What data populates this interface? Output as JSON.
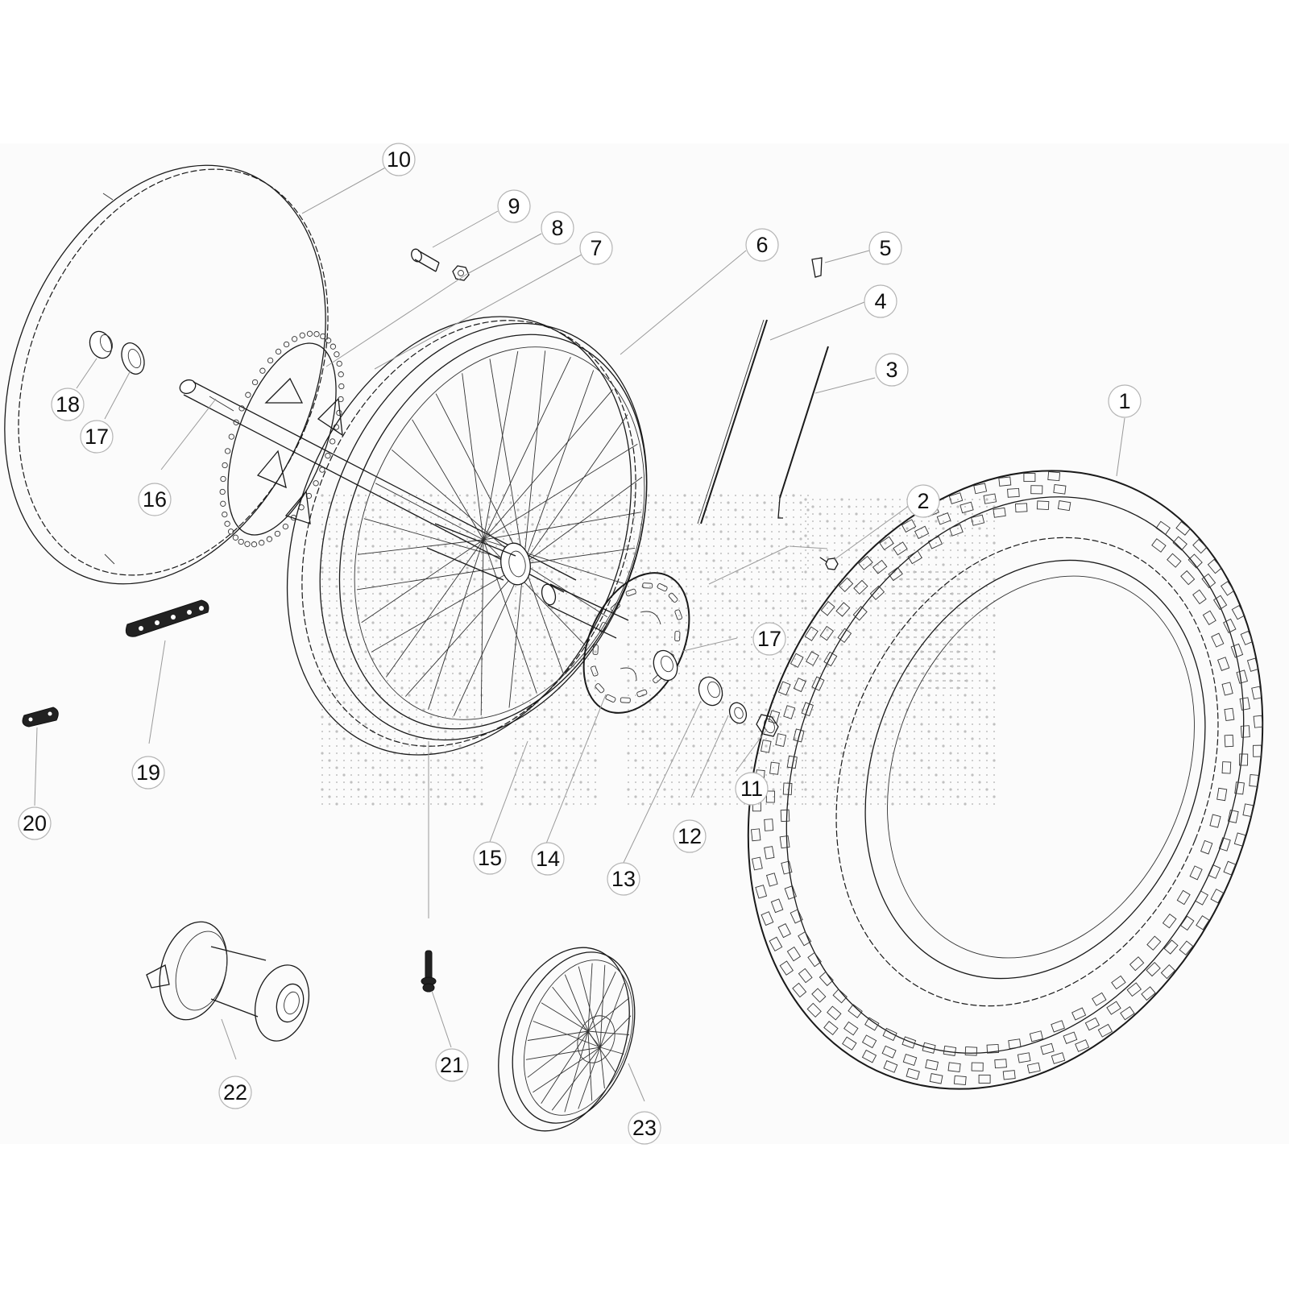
{
  "diagram": {
    "type": "exploded-parts-view",
    "subject": "rear-wheel-assembly",
    "callouts": [
      {
        "id": "c1",
        "label": "1",
        "part": "tire"
      },
      {
        "id": "c2",
        "label": "2",
        "part": "disc-bolt"
      },
      {
        "id": "c3",
        "label": "3",
        "part": "spoke-inner"
      },
      {
        "id": "c4",
        "label": "4",
        "part": "spoke-outer"
      },
      {
        "id": "c5",
        "label": "5",
        "part": "spoke-nipple"
      },
      {
        "id": "c6",
        "label": "6",
        "part": "rim"
      },
      {
        "id": "c7",
        "label": "7",
        "part": "sprocket"
      },
      {
        "id": "c8",
        "label": "8",
        "part": "sprocket-nut"
      },
      {
        "id": "c9",
        "label": "9",
        "part": "sprocket-bolt"
      },
      {
        "id": "c10",
        "label": "10",
        "part": "rim-tape"
      },
      {
        "id": "c11",
        "label": "11",
        "part": "axle-nut"
      },
      {
        "id": "c12",
        "label": "12",
        "part": "washer"
      },
      {
        "id": "c13",
        "label": "13",
        "part": "spacer"
      },
      {
        "id": "c14",
        "label": "14",
        "part": "brake-disc"
      },
      {
        "id": "c15",
        "label": "15",
        "part": "hub-spacer"
      },
      {
        "id": "c16",
        "label": "16",
        "part": "axle"
      },
      {
        "id": "c17a",
        "label": "17",
        "part": "bearing-left"
      },
      {
        "id": "c17b",
        "label": "17",
        "part": "bearing-right"
      },
      {
        "id": "c18",
        "label": "18",
        "part": "bushing"
      },
      {
        "id": "c19",
        "label": "19",
        "part": "chain"
      },
      {
        "id": "c20",
        "label": "20",
        "part": "chain-master-link"
      },
      {
        "id": "c21",
        "label": "21",
        "part": "valve"
      },
      {
        "id": "c22",
        "label": "22",
        "part": "hub"
      },
      {
        "id": "c23",
        "label": "23",
        "part": "complete-wheel"
      }
    ],
    "colors": {
      "line": "#1a1a1a",
      "leader": "#9a9a9a",
      "callout_border": "#b5b5b5",
      "sheet": "#fbfbfb"
    }
  }
}
